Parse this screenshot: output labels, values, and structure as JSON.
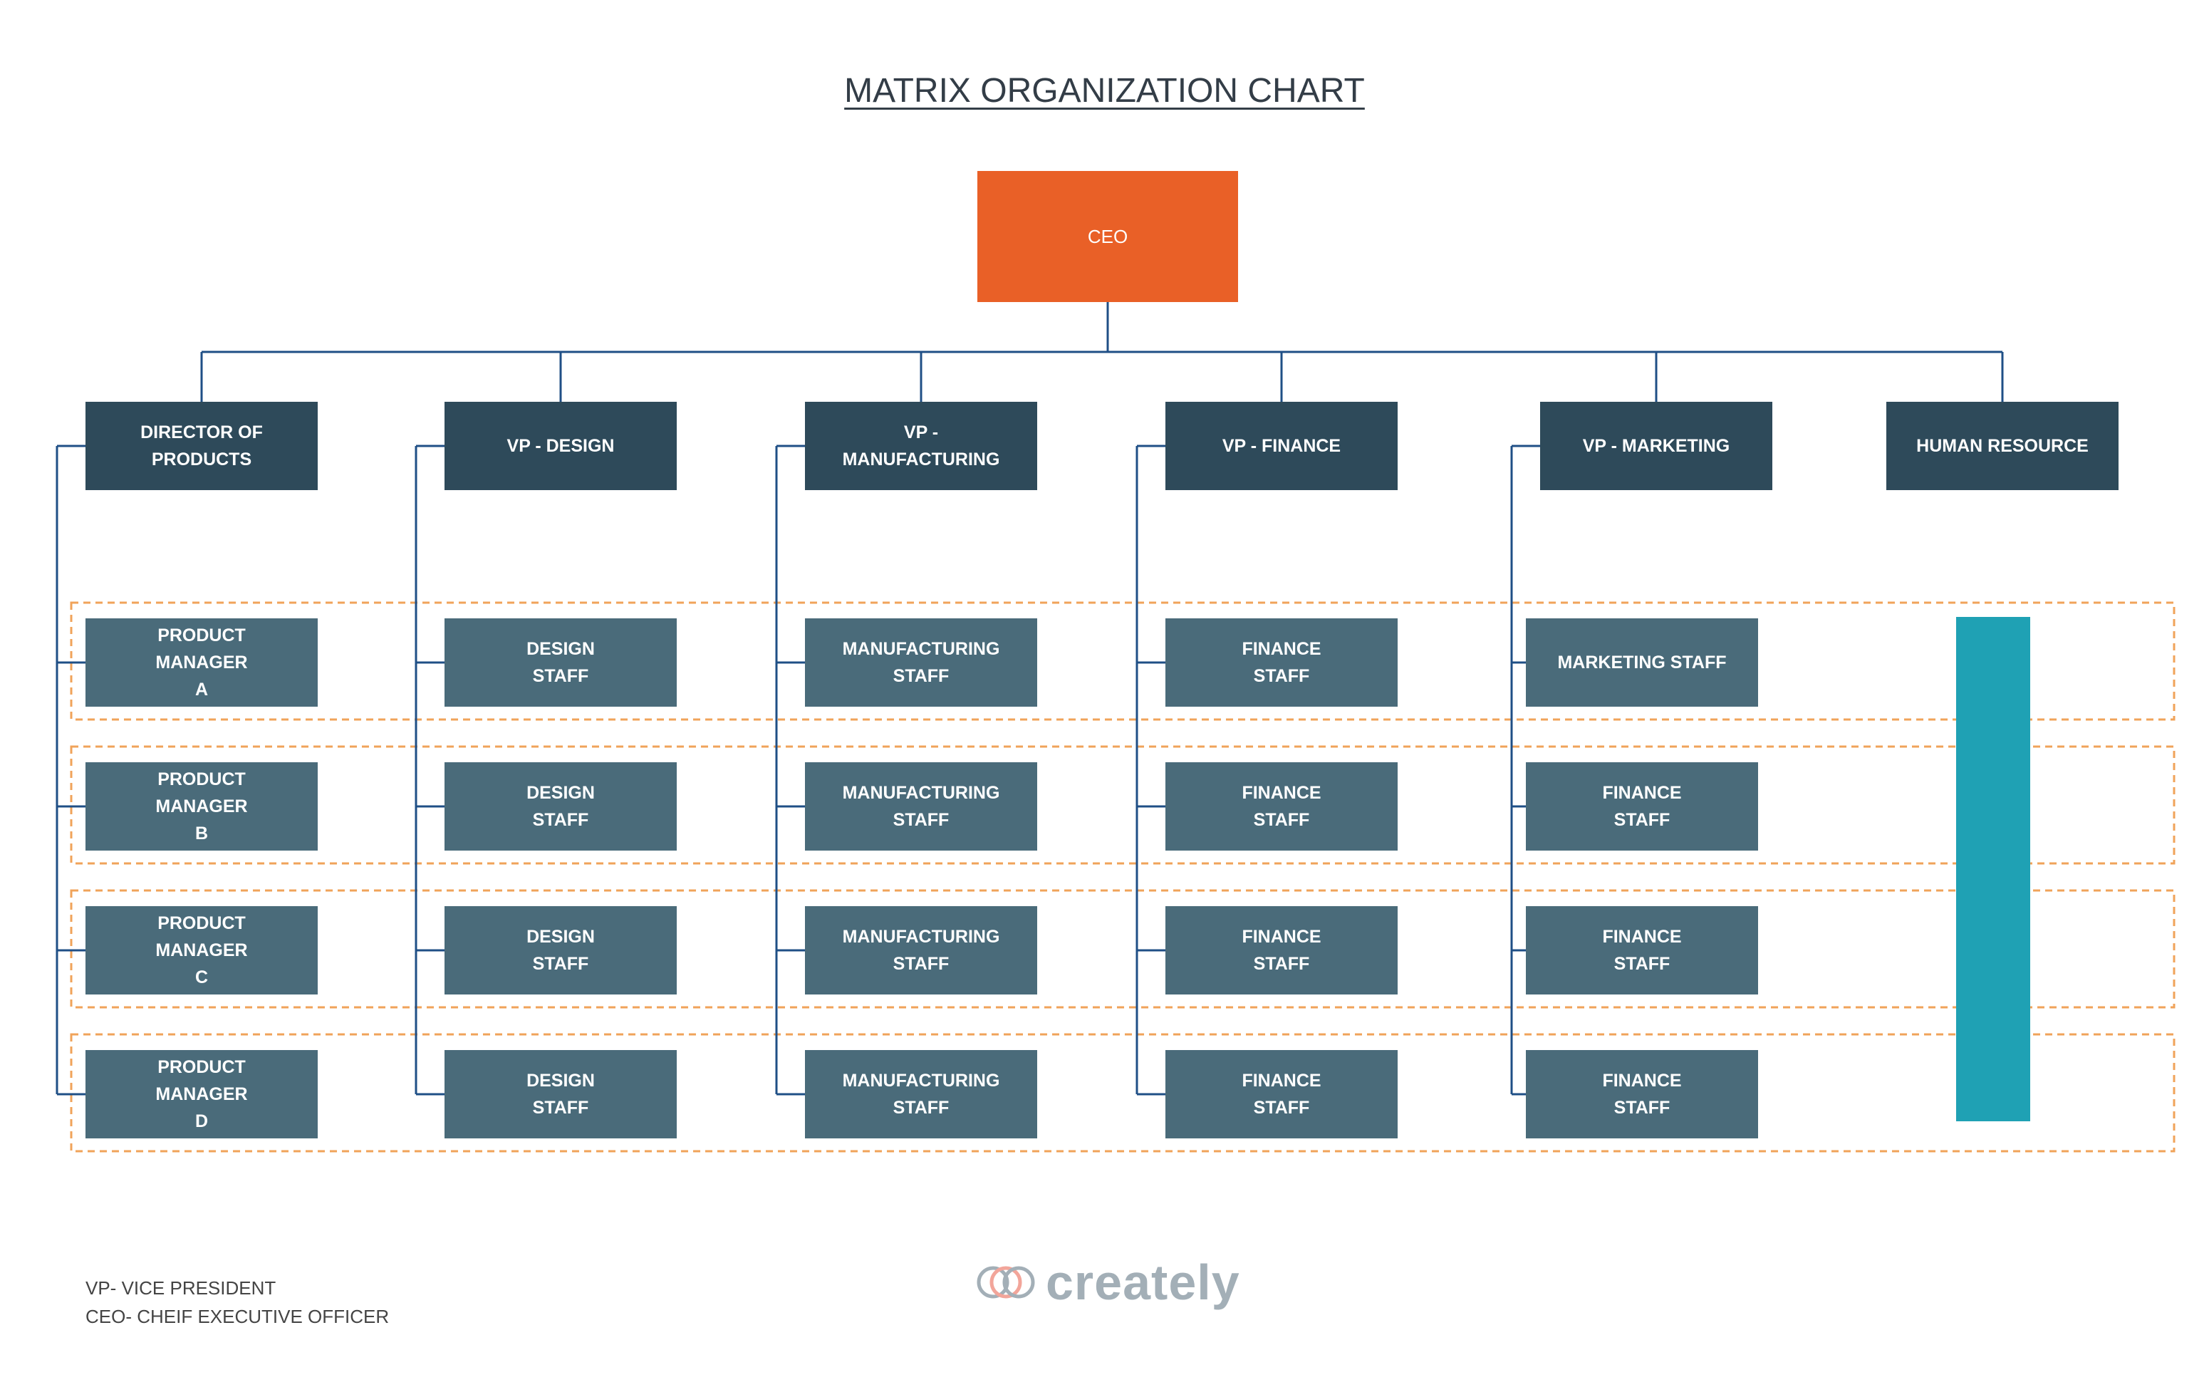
{
  "title": "MATRIX ORGANIZATION CHART",
  "ceo": "CEO",
  "departments": [
    "DIRECTOR OF\nPRODUCTS",
    "VP - DESIGN",
    "VP -\nMANUFACTURING",
    "VP - FINANCE",
    "VP - MARKETING",
    "HUMAN RESOURCE"
  ],
  "staff_columns": [
    [
      "PRODUCT\nMANAGER\nA",
      "PRODUCT\nMANAGER\nB",
      "PRODUCT\nMANAGER\nC",
      "PRODUCT\nMANAGER\nD"
    ],
    [
      "DESIGN\nSTAFF",
      "DESIGN\nSTAFF",
      "DESIGN\nSTAFF",
      "DESIGN\nSTAFF"
    ],
    [
      "MANUFACTURING\nSTAFF",
      "MANUFACTURING\nSTAFF",
      "MANUFACTURING\nSTAFF",
      "MANUFACTURING\nSTAFF"
    ],
    [
      "FINANCE\nSTAFF",
      "FINANCE\nSTAFF",
      "FINANCE\nSTAFF",
      "FINANCE\nSTAFF"
    ],
    [
      "MARKETING STAFF",
      "FINANCE\nSTAFF",
      "FINANCE\nSTAFF",
      "FINANCE\nSTAFF"
    ]
  ],
  "legend": [
    "VP- VICE PRESIDENT",
    "CEO- CHEIF EXECUTIVE OFFICER"
  ],
  "logo_text": "creately",
  "colors": {
    "ceo": "#e96027",
    "head": "#2e4a5a",
    "staff": "#4a6b7a",
    "human_resource_bar": "#1fa1b4",
    "connector": "#1f4f86",
    "row_outline": "#f0a35a"
  }
}
